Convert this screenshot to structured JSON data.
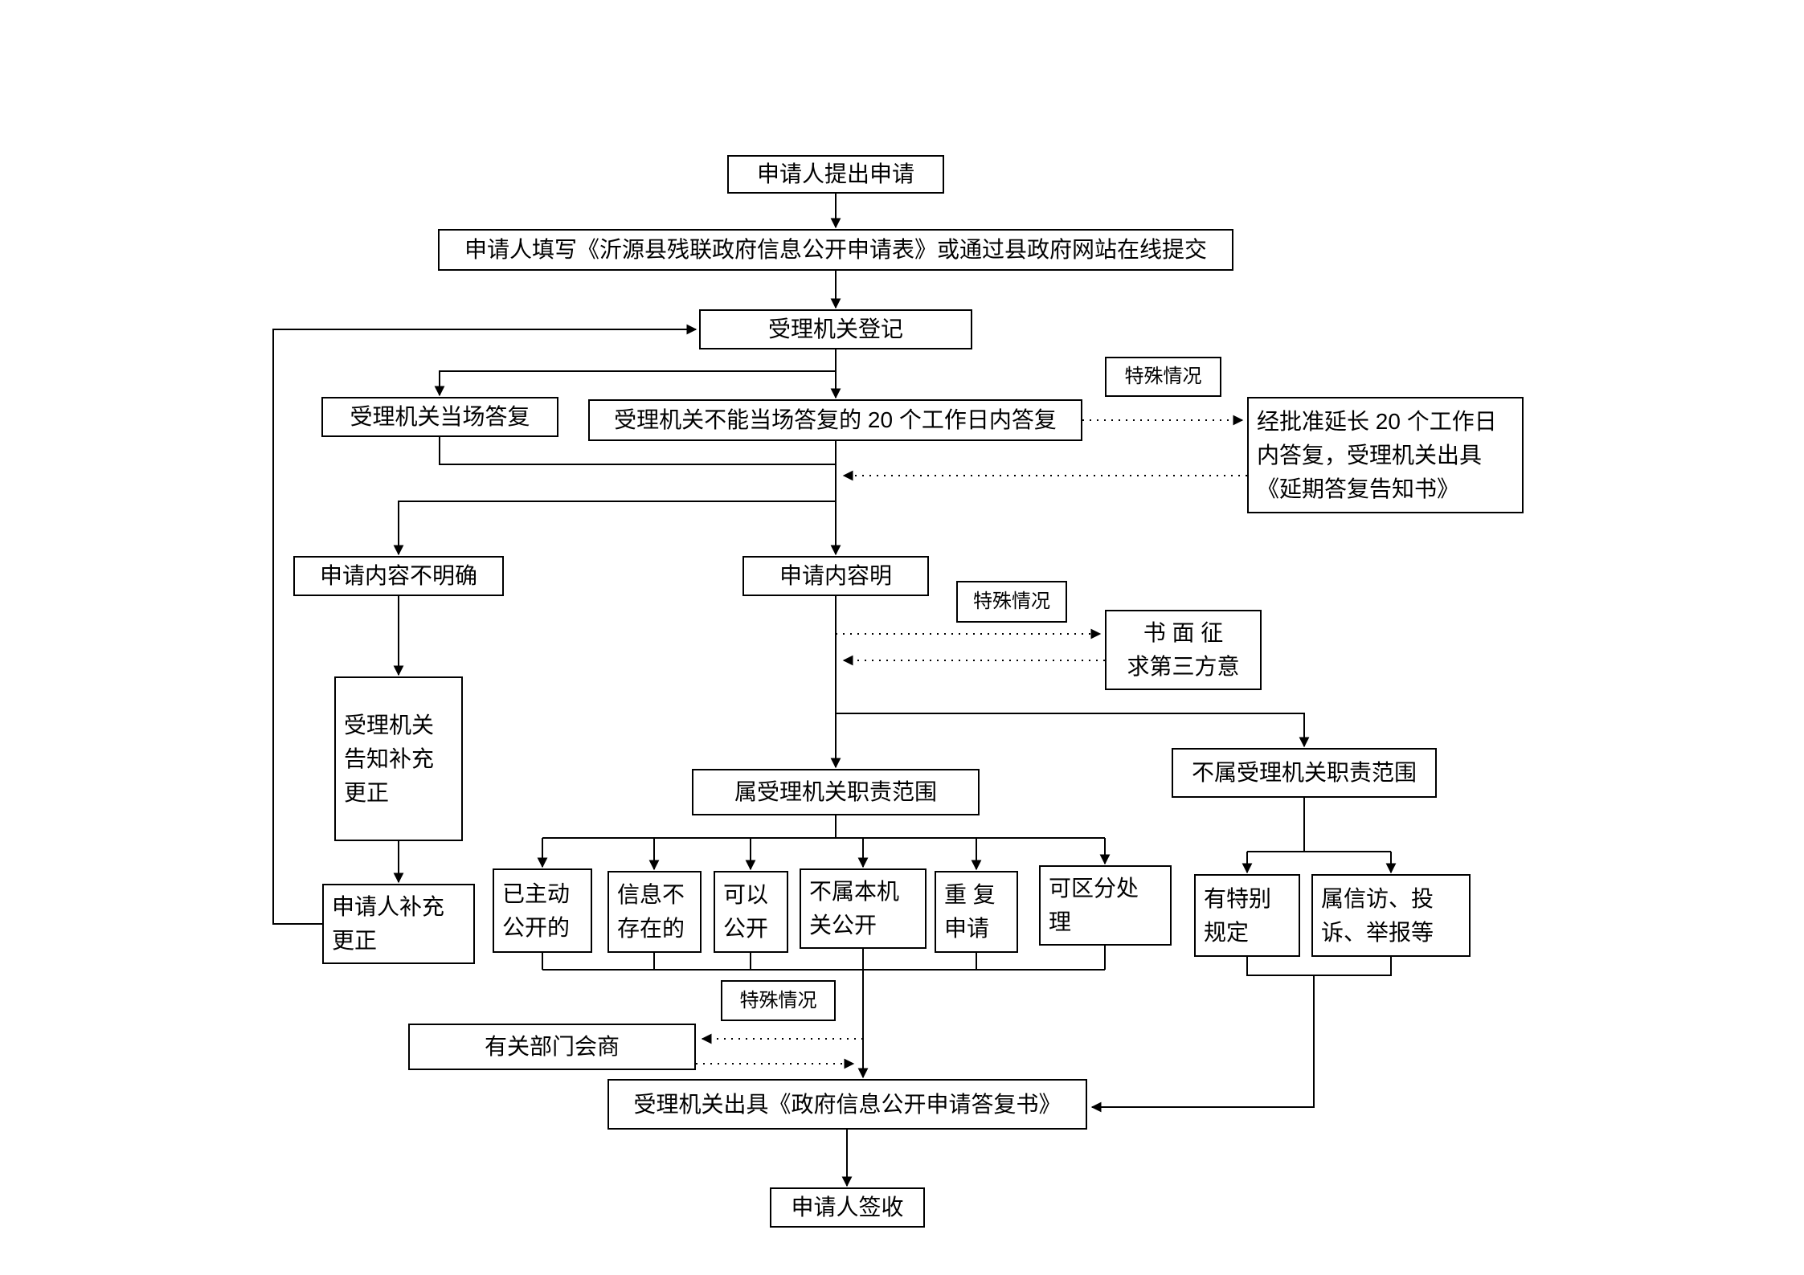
{
  "nodes": {
    "apply": "申请人提出申请",
    "fill_form": "申请人填写《沂源县残联政府信息公开申请表》或通过县政府网站在线提交",
    "register": "受理机关登记",
    "onsite_reply": "受理机关当场答复",
    "reply_20days": "受理机关不能当场答复的 20 个工作日内答复",
    "special_case_top": "特殊情况",
    "extend_reply": "经批准延长 20 个工作日\n内答复，受理机关出具\n《延期答复告知书》",
    "content_unclear": "申请内容不明确",
    "content_clear": "申请内容明",
    "special_case_mid": "特殊情况",
    "third_party": "书 面 征\n求第三方意",
    "notify_supplement": "受理机关\n告知补充\n更正",
    "applicant_supplement": "申请人补充\n更正",
    "in_scope": "属受理机关职责范围",
    "out_scope": "不属受理机关职责范围",
    "already_public": "已主动\n公开的",
    "info_not_exist": "信息不\n存在的",
    "can_disclose": "可以\n公开",
    "not_this_org": "不属本机\n关公开",
    "repeat_apply": "重 复\n申请",
    "separable": "可区分处\n理",
    "special_rule": "有特别\n规定",
    "petition": "属信访、投\n诉、举报等",
    "special_case_bottom": "特殊情况",
    "consult": "有关部门会商",
    "reply_doc": "受理机关出具《政府信息公开申请答复书》",
    "sign": "申请人签收"
  }
}
